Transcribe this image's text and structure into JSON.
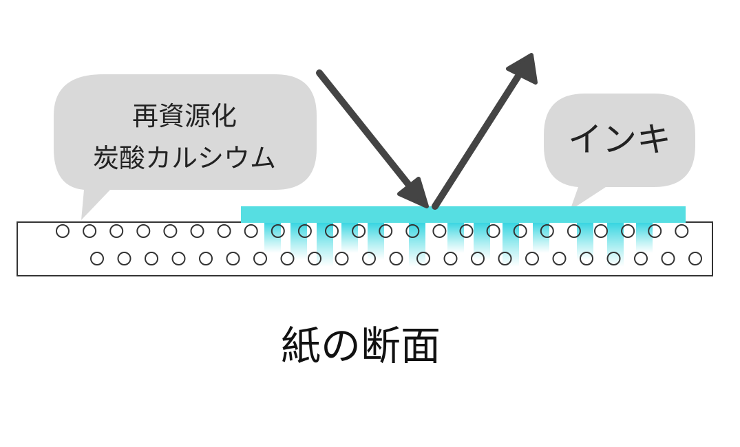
{
  "colors": {
    "ink": "#56DEE2",
    "bubble": "#D9D9D9",
    "arrow": "#444444",
    "paper_outline": "#333333",
    "particle_outline": "#333333"
  },
  "bubbles": {
    "calcium": {
      "line1": "再資源化",
      "line2": "炭酸カルシウム"
    },
    "ink": {
      "label": "インキ"
    }
  },
  "caption": "紙の断面",
  "icons": {
    "incoming": "arrow-down-right-icon",
    "outgoing": "arrow-up-right-icon"
  }
}
